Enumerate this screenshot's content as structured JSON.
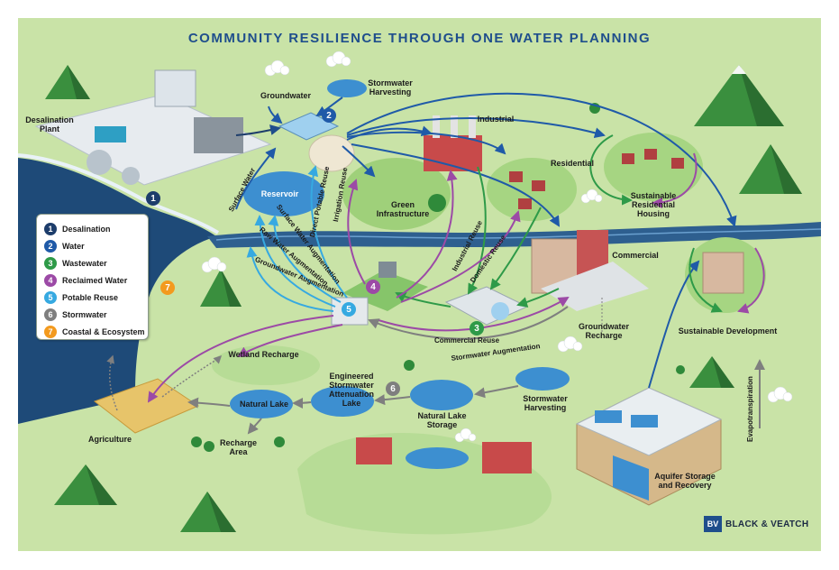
{
  "title": "COMMUNITY RESILIENCE THROUGH ONE WATER PLANNING",
  "legend": [
    {
      "num": "1",
      "label": "Desalination",
      "color": "#1d3d6b"
    },
    {
      "num": "2",
      "label": "Water",
      "color": "#1f5aa8"
    },
    {
      "num": "3",
      "label": "Wastewater",
      "color": "#2e9a48"
    },
    {
      "num": "4",
      "label": "Reclaimed Water",
      "color": "#9c4aa6"
    },
    {
      "num": "5",
      "label": "Potable Reuse",
      "color": "#36a9e1"
    },
    {
      "num": "6",
      "label": "Stormwater",
      "color": "#7f7f7f"
    },
    {
      "num": "7",
      "label": "Coastal & Ecosystem",
      "color": "#f39a1e"
    }
  ],
  "labels": {
    "desalination_plant": "Desalination\nPlant",
    "groundwater": "Groundwater",
    "stormwater_harvesting_top": "Stormwater\nHarvesting",
    "industrial": "Industrial",
    "residential": "Residential",
    "sustainable_residential": "Sustainable\nResidential\nHousing",
    "reservoir": "Reservoir",
    "green_infrastructure": "Green\nInfrastructure",
    "commercial": "Commercial",
    "sustainable_development": "Sustainable Development",
    "groundwater_recharge": "Groundwater\nRecharge",
    "wetland_recharge": "Wetland Recharge",
    "engineered_lake": "Engineered\nStormwater\nAttenuation\nLake",
    "natural_lake": "Natural Lake",
    "natural_lake_storage": "Natural Lake\nStorage",
    "stormwater_harvesting_bottom": "Stormwater\nHarvesting",
    "agriculture": "Agriculture",
    "recharge_area": "Recharge\nArea",
    "aquifer": "Aquifer Storage\nand Recovery",
    "evapotranspiration": "Evapotranspiration"
  },
  "flows": {
    "surface_water": "Surface Water",
    "surface_water_aug": "Surface Water Augmentation",
    "raw_water_aug": "Raw Water Augmentation",
    "groundwater_aug": "Groundwater Augmentation",
    "direct_potable": "Direct Potable Reuse",
    "irrigation": "Irrigation Reuse",
    "industrial_reuse": "Industrial Reuse",
    "domestic_reuse": "Domestic Reuse",
    "commercial_reuse": "Commercial Reuse",
    "stormwater_aug": "Stormwater Augmentation"
  },
  "badges": [
    "1",
    "2",
    "3",
    "4",
    "5",
    "6",
    "7"
  ],
  "logo": {
    "mark": "BV",
    "text": "BLACK & VEATCH"
  },
  "colors": {
    "land": "#c9e3a7",
    "water": "#2e5f8f",
    "sea": "#1e4a78",
    "frame": "#ffffff"
  }
}
